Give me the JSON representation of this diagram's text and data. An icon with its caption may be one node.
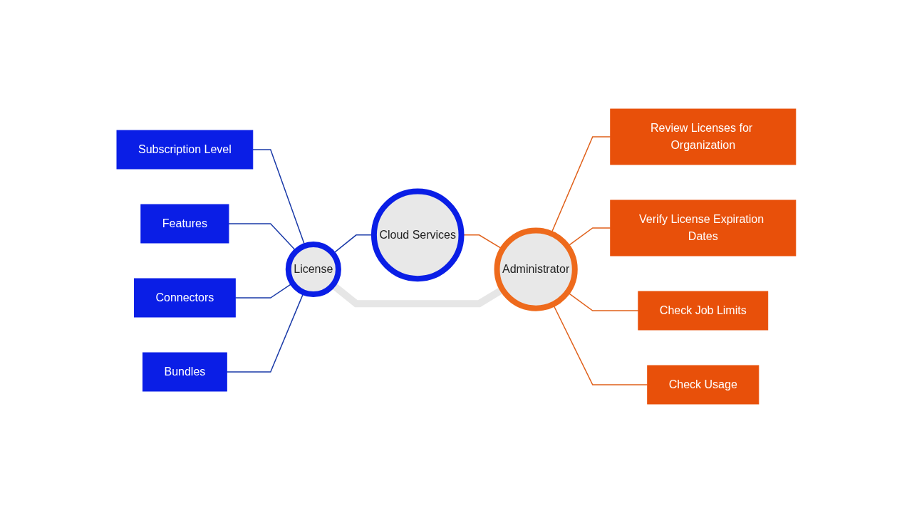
{
  "diagram": {
    "nodes": [
      {
        "text": [
          "Cloud Services"
        ]
      },
      {
        "text": [
          "Subscription Level"
        ]
      },
      {
        "text": [
          "Review Licenses for Organization"
        ]
      },
      {
        "text": [
          "Features"
        ]
      },
      {
        "text": [
          "Verify License Expiration Dates"
        ]
      },
      {
        "text": [
          "License"
        ]
      },
      {
        "text": [
          "Administrator"
        ]
      },
      {
        "text": [
          "Connectors"
        ]
      },
      {
        "text": [
          "Check Job Limits"
        ]
      },
      {
        "text": [
          "Bundles"
        ]
      },
      {
        "text": [
          "Check Usage"
        ]
      }
    ],
    "edges": [
      {
        "from": 0,
        "to": 5,
        "arrow": "none",
        "color": "#1a3aa8"
      },
      {
        "from": 0,
        "to": 6,
        "arrow": "none",
        "color": "#e0601a"
      },
      {
        "from": 5,
        "to": 6,
        "arrow": "none",
        "style": "thick",
        "color": "#e6e6e6"
      },
      {
        "from": 5,
        "to": 1,
        "arrow": "none",
        "color": "#1a3aa8"
      },
      {
        "from": 5,
        "to": 3,
        "arrow": "none",
        "color": "#1a3aa8"
      },
      {
        "from": 5,
        "to": 7,
        "arrow": "none",
        "color": "#1a3aa8"
      },
      {
        "from": 5,
        "to": 9,
        "arrow": "none",
        "color": "#1a3aa8"
      },
      {
        "from": 6,
        "to": 2,
        "arrow": "none",
        "color": "#e0601a"
      },
      {
        "from": 6,
        "to": 4,
        "arrow": "none",
        "color": "#e0601a"
      },
      {
        "from": 6,
        "to": 8,
        "arrow": "none",
        "color": "#e0601a"
      },
      {
        "from": 6,
        "to": 10,
        "arrow": "none",
        "color": "#e0601a"
      }
    ]
  }
}
